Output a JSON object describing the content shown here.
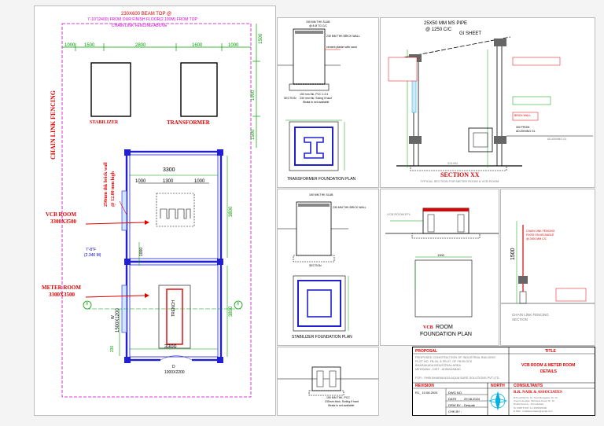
{
  "sheets": {
    "left": {
      "top_note_1": "230X600 BEAM TOP @",
      "top_note_2": "7'-10\"(2400) FROM OUR FINISH FLOOR(2.100M) FROM TOP",
      "top_note_3": "CHAIN LINK FENCING ABOVE",
      "chain_link": "CHAIN LINK FENCING",
      "dims_top": [
        "1000",
        "1500",
        "2800",
        "1600",
        "1000"
      ],
      "dim_right_1": "1500",
      "dim_right_2": "1900",
      "dim_right_3": "1500",
      "stabilizer": "STABILIZER",
      "transformer": "TRANSFORMER",
      "wall_note_1": "250mm thk brick wall",
      "wall_note_2": "@ 12.00 mm high",
      "dim_3300_top": "3300",
      "dim_1000_a": "1000",
      "dim_1300": "1300",
      "dim_1000_b": "1000",
      "dim_3800_top": "3800",
      "vcb_room": "VCB ROOM",
      "vcb_size": "3300X3500",
      "level_1": "7'-8\"F",
      "level_2": "(2.340 M)",
      "dim_1000_side": "1000",
      "meter_room": "METER ROOM",
      "meter_size": "3300X3500",
      "trench": "TRENCH",
      "w_label": "W",
      "w_size": "1500X1200",
      "dim_3800_bot": "3800",
      "dim_3300_bot": "3300",
      "dim_230": "230",
      "d_label": "D",
      "d_size": "1000X2200",
      "x_mark": "X"
    },
    "transformer_sheet": {
      "note_slab": "150 MM THK SLAB",
      "note_slab_2": "@ 8 Ø TG C/C",
      "note_brick": "230 MM THK BRICK WALL",
      "note_plaster": "cement plaster with sand",
      "note_pcc": "150 mm thk. PCC 1:2:4",
      "note_soling": "230 mm thk. Soling if hard",
      "note_strata": "Strata is not available",
      "section": "SECTION",
      "title": "TRANSFORMER FOUNDATION PLAN"
    },
    "section_xx": {
      "pipe_1": "25X50 MM MS PIPE",
      "pipe_2": "@ 1250 C/C",
      "gi_sheet": "GI SHEET",
      "note_a": "BRICK WALL",
      "note_b": "300 FROM",
      "note_c": "ADJOINING GL",
      "note_d": "ADJOINING GL",
      "note_e": "SOLING",
      "title": "SECTION XX",
      "subtitle": "TYPICAL SECTION FOR METER ROOM & VCB ROOM"
    },
    "stabilizer_sheet": {
      "note_slab": "150 MM THK SLAB",
      "note_brick": "230 MM THK BRICK WALL",
      "section": "SECTION",
      "title": "STABILIZER FOUNDATION PLAN"
    },
    "vcb_sheet": {
      "ffl": "VCB ROOM FFL",
      "dim_1300": "1300",
      "title_1": "VCB",
      "title_2": "ROOM",
      "title_3": "FOUNDATION  PLAN"
    },
    "fencing_sheet": {
      "dim_1500": "1500",
      "note_1": "CHAIN LINK FENCING",
      "note_2": "FIXED ON MS ANGLE",
      "note_3": "@ 2000 MM C/C",
      "title_1": "CHAIN LINK FENCING",
      "title_2": "SECTION"
    },
    "bottom_small": {
      "note_1": "150 MM THK. PCC",
      "note_2": "230mm thick. Soiling if hard",
      "note_3": "Strata is not available"
    }
  },
  "title_block": {
    "proposal_label": "PROPOSAL",
    "proposal_1": "PROPOSED CONSTRUCTION OF INDUSTRIAL BUILDING",
    "proposal_2": "PLOT NO. FB-04, & FB-07, OF FB BLOCK",
    "proposal_3": "BHARAKADA INDUSTRIAL AREA",
    "proposal_4": "MEHSANA - DIST - AHMADABAD",
    "for_label": "FOR :  SHRI BHARAKADA AQUA  SURE SOLUTIONS PVT.LTD.",
    "revision_label": "REVISION",
    "north_label": "NORTH",
    "consultants_label": "CONSULTANTS",
    "title_label": "TITLE",
    "title_1": "VCB ROOM & METER ROOM",
    "title_2": "DETAILS",
    "rev_value": "R1_ 10.08.2024",
    "dwg_label": "DWG NO.",
    "date_label": "DATE",
    "date_value": "29.08.2024",
    "drawn_label": "DRW BY :",
    "drawn_value": "Deepak",
    "chk_label": "CHK.BY :",
    "firm": "R.R. NAIK & ASSOCIATES",
    "firm_addr_1": "B-5,LAKSHYA, Nr. Town Bungalow, Nr. Dr.",
    "firm_addr_2": "Anand Hospital, Mehsana Road, Nr. Dr.",
    "firm_addr_3": "Rindal Society - Ahmedabad",
    "firm_ph": "M:  9328 37047 LU  9925922400",
    "firm_mail": "E-Mail :  rrnaikassociates@gmail.com"
  },
  "colors": {
    "blue_wall": "#2020d0",
    "red": "#e00000",
    "green": "#00a000",
    "magenta": "#d000d0",
    "cyan": "#00b0e0"
  }
}
